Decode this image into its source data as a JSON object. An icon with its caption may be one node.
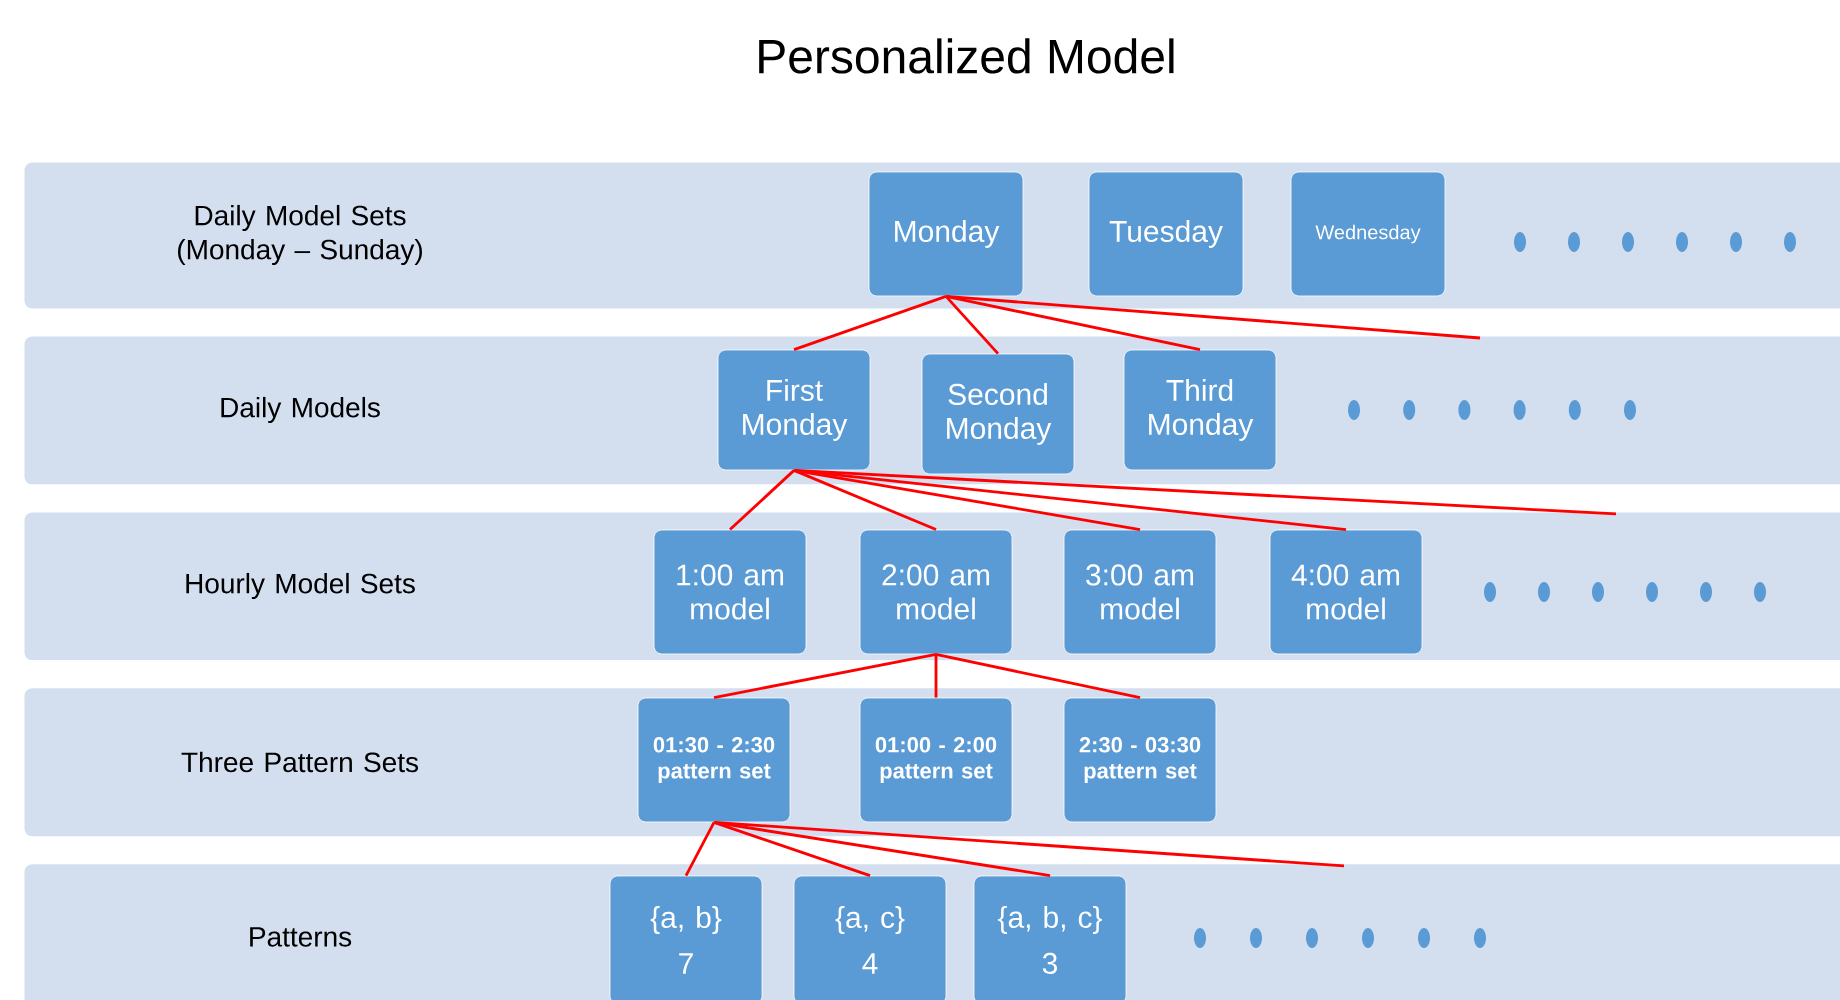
{
  "diagram": {
    "title": "Personalized Model",
    "nodes": [
      {
        "text": [
          "Daily Model Sets (Monday – Sunday)"
        ]
      },
      {
        "text": [
          "Monday"
        ],
        "in": 0
      },
      {
        "text": [
          "Tuesday"
        ],
        "in": 0
      },
      {
        "text": [
          "Wednesday"
        ],
        "in": 0
      },
      {
        "text": [
          "Daily Models"
        ]
      },
      {
        "text": [
          "First Monday"
        ],
        "in": 4
      },
      {
        "text": [
          "Second Monday"
        ],
        "in": 4
      },
      {
        "text": [
          "Third Monday"
        ],
        "in": 4
      },
      {
        "text": [
          "Hourly Model Sets"
        ]
      },
      {
        "text": [
          "1:00 am model"
        ],
        "in": 8
      },
      {
        "text": [
          "2:00 am model"
        ],
        "in": 8
      },
      {
        "text": [
          "3:00 am model"
        ],
        "in": 8
      },
      {
        "text": [
          "4:00 am model"
        ],
        "in": 8
      },
      {
        "text": [
          "Three Pattern Sets"
        ]
      },
      {
        "text": [
          "01:30 - 2:30 pattern set"
        ],
        "in": 13
      },
      {
        "text": [
          "01:00 - 2:00 pattern set"
        ],
        "in": 13
      },
      {
        "text": [
          "2:30 - 03:30 pattern set"
        ],
        "in": 13
      },
      {
        "text": [
          "Patterns"
        ]
      },
      {
        "text": [
          "{a, b}",
          "7"
        ],
        "in": 17
      },
      {
        "text": [
          "{a, c}",
          "4"
        ],
        "in": 17
      },
      {
        "text": [
          "{a, b, c}",
          "3"
        ],
        "in": 17
      }
    ],
    "edges": [
      {
        "from": 1,
        "to": 5,
        "arrow": "none"
      },
      {
        "from": 1,
        "to": 6,
        "arrow": "none"
      },
      {
        "from": 1,
        "to": 7,
        "arrow": "none"
      },
      {
        "from": 1,
        "to": 4,
        "arrow": "none"
      },
      {
        "from": 5,
        "to": 9,
        "arrow": "none"
      },
      {
        "from": 5,
        "to": 10,
        "arrow": "none"
      },
      {
        "from": 5,
        "to": 11,
        "arrow": "none"
      },
      {
        "from": 5,
        "to": 12,
        "arrow": "none"
      },
      {
        "from": 5,
        "to": 8,
        "arrow": "none"
      },
      {
        "from": 10,
        "to": 14,
        "arrow": "none"
      },
      {
        "from": 10,
        "to": 15,
        "arrow": "none"
      },
      {
        "from": 10,
        "to": 16,
        "arrow": "none"
      },
      {
        "from": 14,
        "to": 18,
        "arrow": "none"
      },
      {
        "from": 14,
        "to": 19,
        "arrow": "none"
      },
      {
        "from": 14,
        "to": 20,
        "arrow": "none"
      },
      {
        "from": 14,
        "to": 17,
        "arrow": "none"
      }
    ]
  }
}
